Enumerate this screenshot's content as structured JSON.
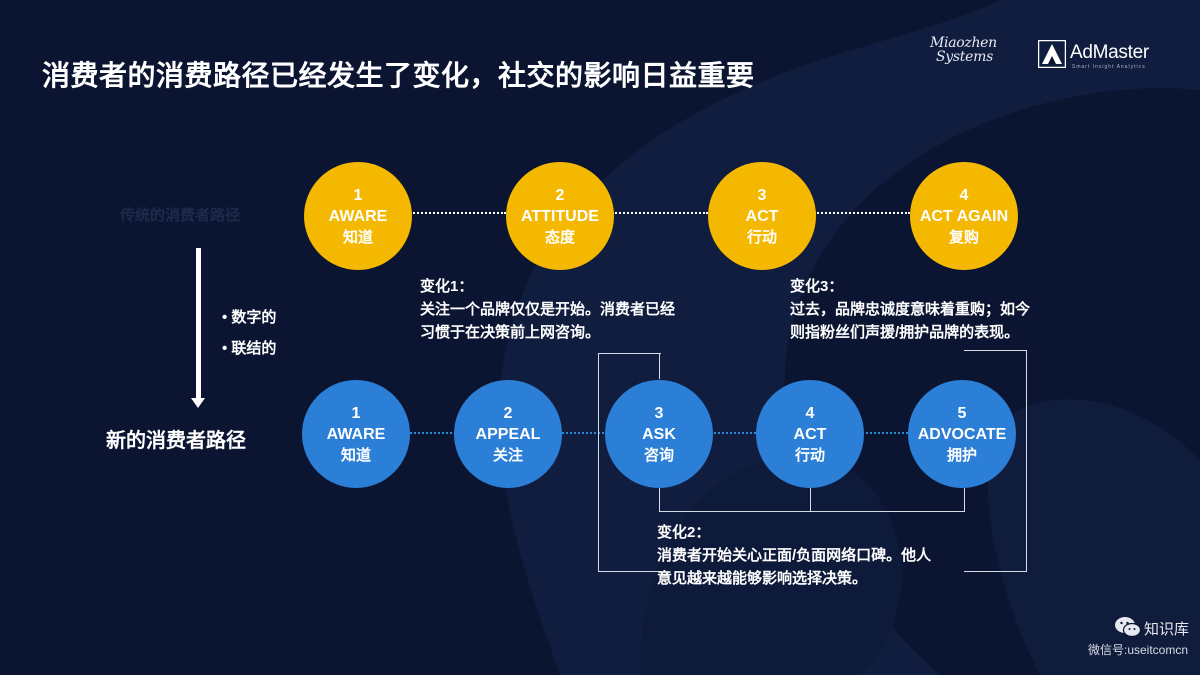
{
  "title": "消费者的消费路径已经发生了变化，社交的影响日益重要",
  "logos": {
    "miaozhen_line1": "Miaozhen",
    "miaozhen_line2": "Systems",
    "admaster_name": "AdMaster",
    "admaster_tagline": "Smart Insight Analytics"
  },
  "traditional": {
    "label": "传统的消费者路径",
    "steps": [
      {
        "num": "1",
        "en": "AWARE",
        "zh": "知道"
      },
      {
        "num": "2",
        "en": "ATTITUDE",
        "zh": "态度"
      },
      {
        "num": "3",
        "en": "ACT",
        "zh": "行动"
      },
      {
        "num": "4",
        "en": "ACT AGAIN",
        "zh": "复购"
      }
    ]
  },
  "modern": {
    "label": "新的消费者路径",
    "steps": [
      {
        "num": "1",
        "en": "AWARE",
        "zh": "知道"
      },
      {
        "num": "2",
        "en": "APPEAL",
        "zh": "关注"
      },
      {
        "num": "3",
        "en": "ASK",
        "zh": "咨询"
      },
      {
        "num": "4",
        "en": "ACT",
        "zh": "行动"
      },
      {
        "num": "5",
        "en": "ADVOCATE",
        "zh": "拥护"
      }
    ]
  },
  "transition": {
    "bullets": [
      "数字的",
      "联结的"
    ]
  },
  "notes": {
    "change1": {
      "title": "变化1：",
      "lines": [
        "关注一个品牌仅仅是开始。消费者已经",
        "习惯于在决策前上网咨询。"
      ]
    },
    "change2": {
      "title": "变化2：",
      "lines": [
        "消费者开始关心正面/负面网络口碑。他人",
        "意见越来越能够影响选择决策。"
      ]
    },
    "change3": {
      "title": "变化3：",
      "lines": [
        "过去，品牌忠诚度意味着重购；如今",
        "则指粉丝们声援/拥护品牌的表现。"
      ]
    }
  },
  "watermark": {
    "name": "知识库",
    "id": "微信号:useitcomcn"
  },
  "colors": {
    "background": "#0b1531",
    "traditional_circle": "#f5b800",
    "modern_circle": "#2b7fd6",
    "connector_modern": "#2a8bd8"
  }
}
